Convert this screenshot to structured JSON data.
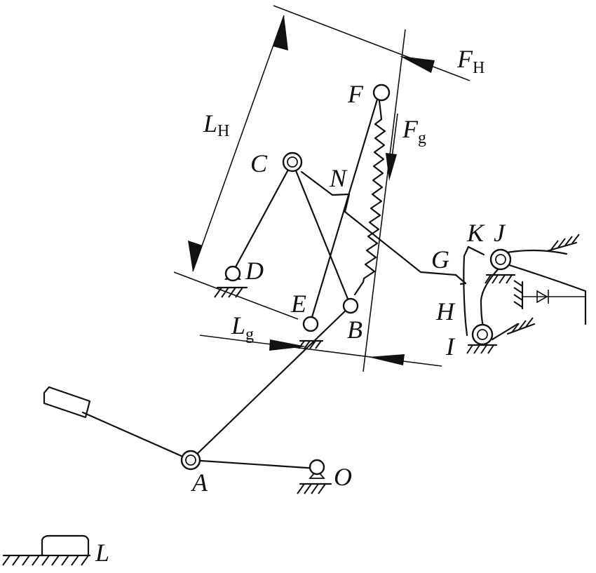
{
  "labels": {
    "A": "A",
    "B": "B",
    "C": "C",
    "D": "D",
    "E": "E",
    "F": "F",
    "G": "G",
    "H": "H",
    "I": "I",
    "J": "J",
    "K": "K",
    "L": "L",
    "N": "N",
    "O": "O"
  },
  "dimensions": {
    "LH": {
      "main": "L",
      "sub": "H"
    },
    "Lg": {
      "main": "L",
      "sub": "g"
    }
  },
  "forces": {
    "FH": {
      "main": "F",
      "sub": "H"
    },
    "Fg": {
      "main": "F",
      "sub": "g"
    }
  }
}
